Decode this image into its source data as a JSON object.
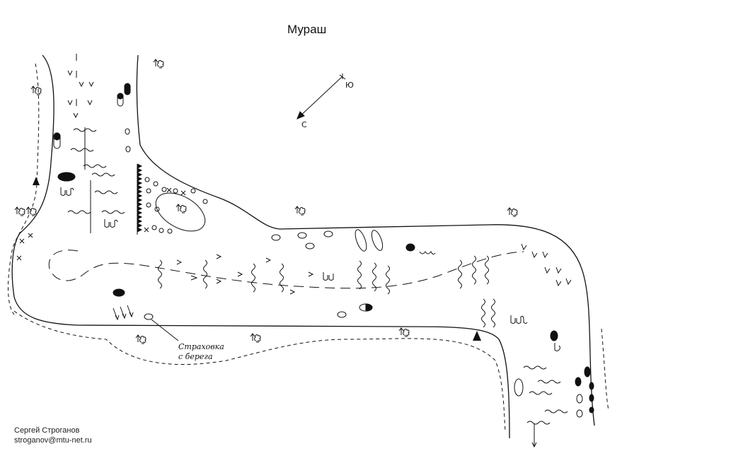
{
  "map": {
    "title": "Мураш",
    "compass": {
      "south_label": "Ю",
      "north_label": "С"
    },
    "annotation": {
      "line1": "Страховка",
      "line2": "с берега"
    },
    "colors": {
      "ink": "#111111",
      "background": "#ffffff"
    }
  },
  "author": {
    "name": "Сергей Строганов",
    "email": "stroganov@mtu-net.ru"
  }
}
